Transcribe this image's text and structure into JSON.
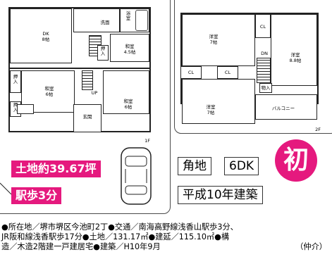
{
  "floor1": {
    "rooms": {
      "dk": {
        "name": "DK",
        "size": "8帖"
      },
      "washroom": "洗面",
      "bath": "浴室",
      "japanese_a": {
        "name": "和室",
        "size": "4.5帖"
      },
      "japanese_b": {
        "name": "和室",
        "size": "6帖"
      },
      "japanese_c": {
        "name": "和室",
        "size": "6帖"
      },
      "entrance": "玄関",
      "closet": "押入",
      "up": "UP"
    },
    "floor_label": "1F"
  },
  "floor2": {
    "rooms": {
      "room_a": {
        "name": "洋室",
        "size": "7帖"
      },
      "room_b": {
        "name": "洋室",
        "size": "7帖"
      },
      "room_c": {
        "name": "洋室",
        "size": "8.8帖"
      },
      "cl": "CL",
      "dn": "DN",
      "storage": "物入",
      "balcony": "バルコニー"
    },
    "floor_label": "2F"
  },
  "callouts": {
    "land_area": "土地約39.67坪",
    "walk": "駅歩3分"
  },
  "badges": {
    "corner": "角地",
    "layout": "6DK",
    "new_mark": "初",
    "built": "平成10年建築"
  },
  "info": {
    "line1": "●所在地／堺市堺区今池町2丁●交通／南海高野線浅香山駅歩3分、",
    "line2": "JR阪和線浅香駅歩17分●土地／131.17㎡●建延／115.10㎡●構",
    "line3": "造／木造2階建一戸建居宅●建築／H10年9月",
    "broker": "（仲介）"
  },
  "colors": {
    "accent": "#e5197e",
    "border": "#4a4a4a"
  }
}
